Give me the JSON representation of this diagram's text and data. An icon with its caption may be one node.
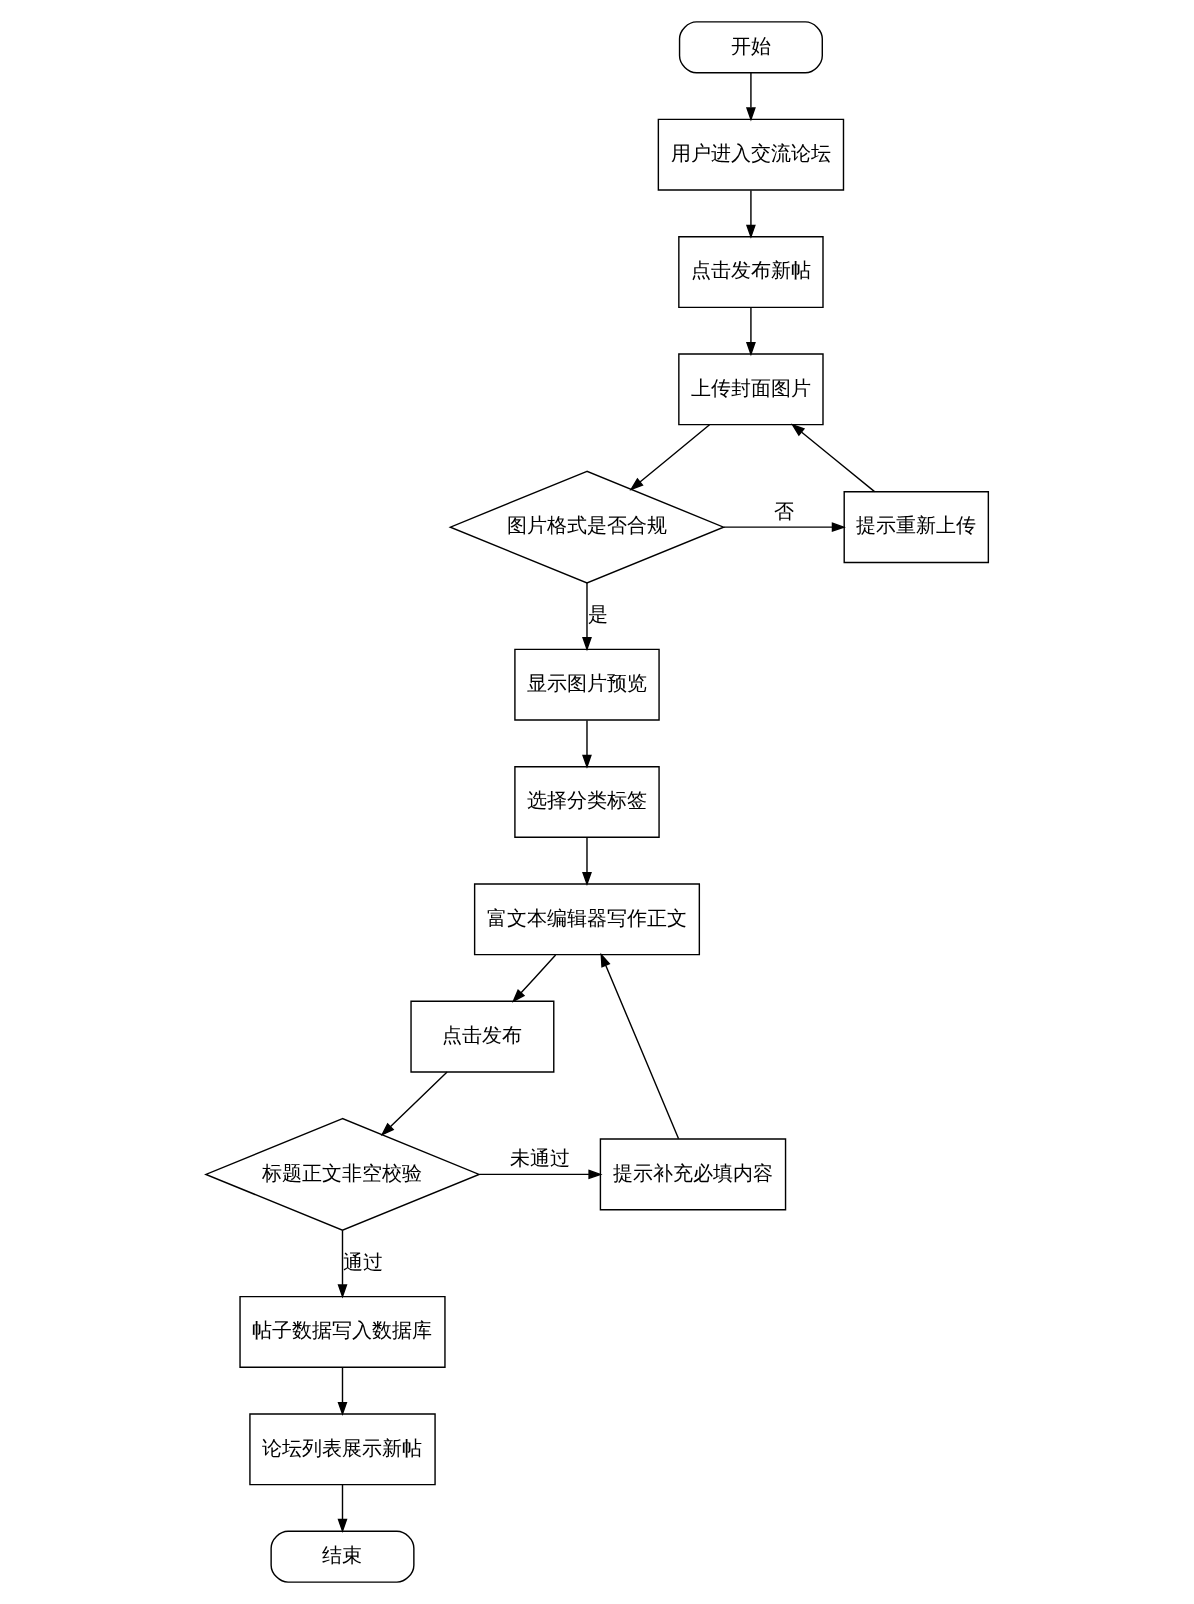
{
  "diagram": {
    "nodes": [
      {
        "text": [
          "开始"
        ]
      },
      {
        "text": [
          "用户进入交流论坛"
        ]
      },
      {
        "text": [
          "点击发布新帖"
        ]
      },
      {
        "text": [
          "上传封面图片"
        ]
      },
      {
        "text": [
          "图片格式是否合规"
        ]
      },
      {
        "text": [
          "提示重新上传"
        ]
      },
      {
        "text": [
          "显示图片预览"
        ]
      },
      {
        "text": [
          "选择分类标签"
        ]
      },
      {
        "text": [
          "富文本编辑器写作正文"
        ]
      },
      {
        "text": [
          "点击发布"
        ]
      },
      {
        "text": [
          "标题正文非空校验"
        ]
      },
      {
        "text": [
          "提示补充必填内容"
        ]
      },
      {
        "text": [
          "帖子数据写入数据库"
        ]
      },
      {
        "text": [
          "论坛列表展示新帖"
        ]
      },
      {
        "text": [
          "结束"
        ]
      }
    ],
    "edges": [
      {
        "from": 0,
        "to": 1,
        "arrow": "to"
      },
      {
        "from": 1,
        "to": 2,
        "arrow": "to"
      },
      {
        "from": 2,
        "to": 3,
        "arrow": "to"
      },
      {
        "from": 3,
        "to": 4,
        "arrow": "to"
      },
      {
        "from": 4,
        "to": 5,
        "arrow": "to",
        "label": "否"
      },
      {
        "from": 5,
        "to": 3,
        "arrow": "to"
      },
      {
        "from": 4,
        "to": 6,
        "arrow": "to",
        "label": "是"
      },
      {
        "from": 6,
        "to": 7,
        "arrow": "to"
      },
      {
        "from": 7,
        "to": 8,
        "arrow": "to"
      },
      {
        "from": 8,
        "to": 9,
        "arrow": "to"
      },
      {
        "from": 9,
        "to": 10,
        "arrow": "to"
      },
      {
        "from": 10,
        "to": 11,
        "arrow": "to",
        "label": "未通过"
      },
      {
        "from": 11,
        "to": 8,
        "arrow": "to"
      },
      {
        "from": 10,
        "to": 12,
        "arrow": "to",
        "label": "通过"
      },
      {
        "from": 12,
        "to": 13,
        "arrow": "to"
      },
      {
        "from": 13,
        "to": 14,
        "arrow": "to"
      }
    ]
  }
}
